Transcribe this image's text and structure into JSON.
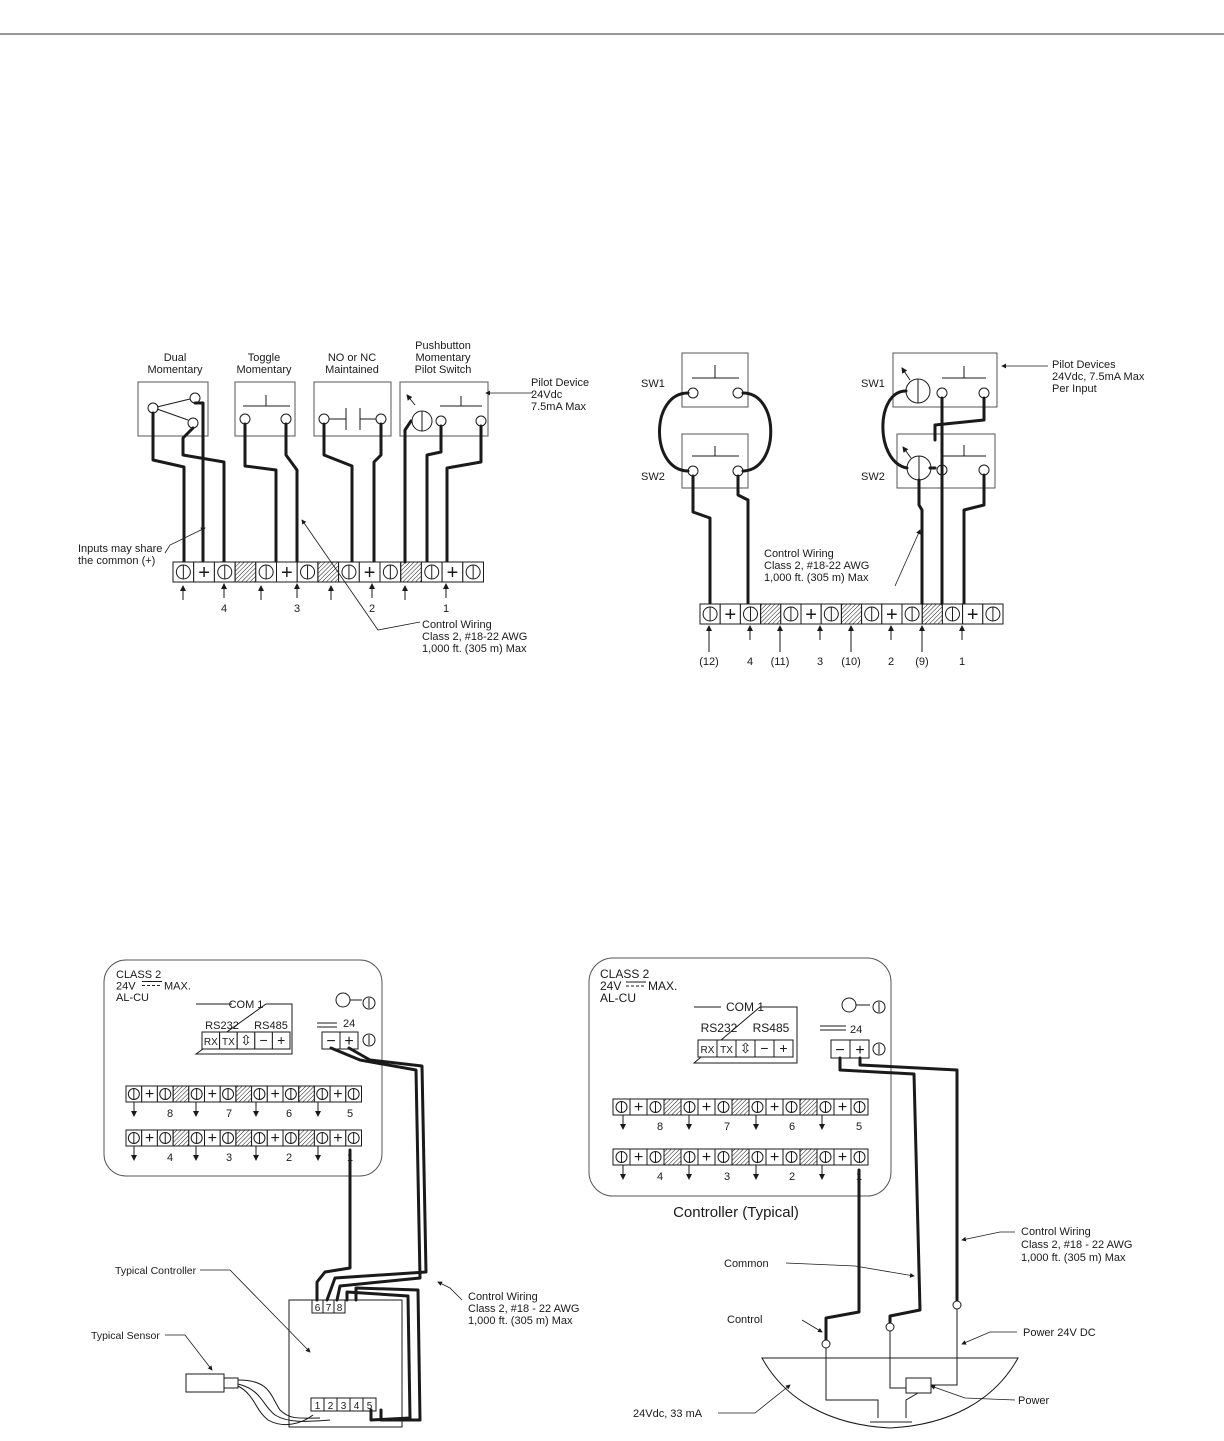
{
  "diagram1": {
    "device_labels": [
      {
        "lines": [
          "Dual",
          "Momentary"
        ]
      },
      {
        "lines": [
          "Toggle",
          "Momentary"
        ]
      },
      {
        "lines": [
          "NO or NC",
          "Maintained"
        ]
      },
      {
        "lines": [
          "Pushbutton",
          "Momentary",
          "Pilot Switch"
        ]
      }
    ],
    "pilot_device_note": [
      "Pilot Device",
      "24Vdc",
      "7.5mA Max"
    ],
    "common_note": [
      "Inputs may share",
      "the common (+)"
    ],
    "wiring_note": [
      "Control Wiring",
      "Class 2, #18-22 AWG",
      "1,000 ft. (305 m) Max"
    ],
    "terminal_sequence": [
      "o",
      "+",
      "o",
      "h",
      "o",
      "+",
      "o",
      "h",
      "o",
      "+",
      "o",
      "h",
      "o",
      "+",
      "o"
    ],
    "input_numbers": [
      "4",
      "3",
      "2",
      "1"
    ]
  },
  "diagram2": {
    "switch_labels": [
      "SW1",
      "SW2",
      "SW1",
      "SW2"
    ],
    "pilot_devices_note": [
      "Pilot Devices",
      "24Vdc, 7.5mA Max",
      "Per Input"
    ],
    "wiring_note": [
      "Control Wiring",
      "Class 2, #18-22 AWG",
      "1,000 ft. (305 m) Max"
    ],
    "terminal_sequence": [
      "o",
      "+",
      "o",
      "h",
      "o",
      "+",
      "o",
      "h",
      "o",
      "+",
      "o",
      "h",
      "o",
      "+",
      "o"
    ],
    "input_numbers": [
      "(12)",
      "4",
      "(11)",
      "3",
      "(10)",
      "2",
      "(9)",
      "1"
    ]
  },
  "diagram3": {
    "panel_label": [
      "CLASS 2",
      "24V",
      "MAX.",
      "AL-CU"
    ],
    "com_title": "COM 1",
    "protocols": [
      "RS232",
      "RS485"
    ],
    "com_terminals": [
      "RX",
      "TX",
      "⇳",
      "−",
      "+"
    ],
    "power_label": "24",
    "upper_strip_numbers": [
      "8",
      "7",
      "6",
      "5"
    ],
    "lower_strip_numbers": [
      "4",
      "3",
      "2",
      "1"
    ],
    "controller_top_terminals": [
      "6",
      "7",
      "8"
    ],
    "controller_bottom_terminals": [
      "1",
      "2",
      "3",
      "4",
      "5"
    ],
    "typical_controller_label": "Typical Controller",
    "typical_sensor_label": "Typical Sensor",
    "wiring_note": [
      "Control Wiring",
      "Class 2, #18 - 22 AWG",
      "1,000 ft. (305 m) Max"
    ]
  },
  "diagram4": {
    "panel_label": [
      "CLASS 2",
      "24V",
      "MAX.",
      "AL-CU"
    ],
    "com_title": "COM 1",
    "protocols": [
      "RS232",
      "RS485"
    ],
    "com_terminals": [
      "RX",
      "TX",
      "⇳",
      "−",
      "+"
    ],
    "power_label": "24",
    "upper_strip_numbers": [
      "8",
      "7",
      "6",
      "5"
    ],
    "lower_strip_numbers": [
      "4",
      "3",
      "2",
      "1"
    ],
    "controller_caption": "Controller (Typical)",
    "wiring_note": [
      "Control Wiring",
      "Class 2, #18 - 22 AWG",
      "1,000 ft. (305 m) Max"
    ],
    "common_label": "Common",
    "control_label": "Control",
    "power_dc_label": "Power 24V DC",
    "power_label_text": "Power",
    "sensor_rating": "24Vdc, 33 mA"
  }
}
